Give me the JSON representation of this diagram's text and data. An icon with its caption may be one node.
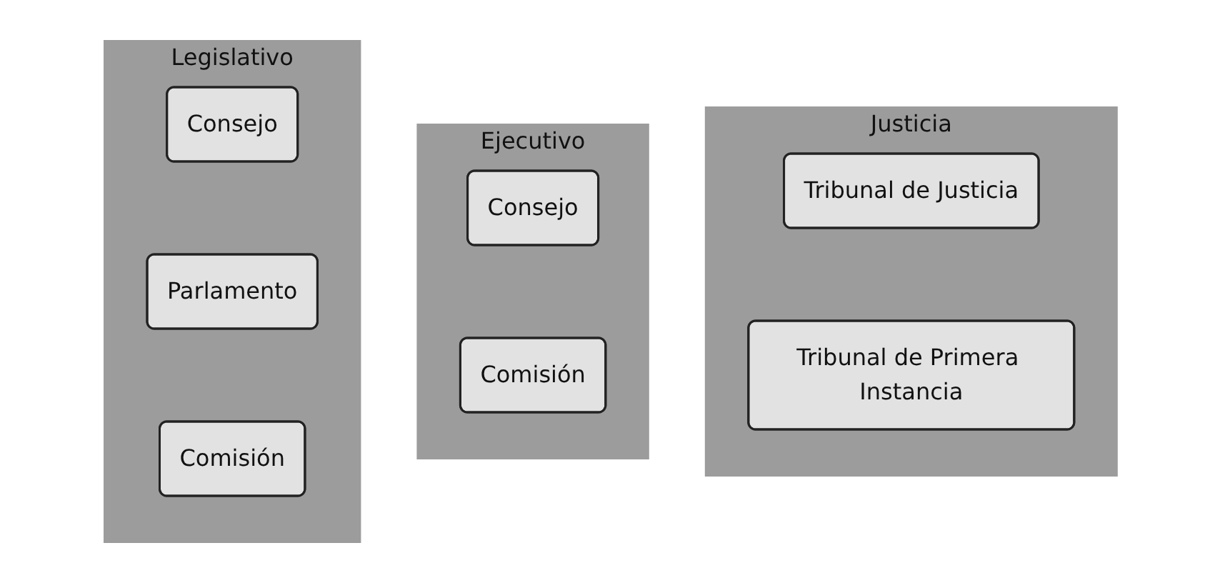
{
  "diagram": {
    "nodes": [
      {
        "text": [
          "Legislativo"
        ]
      },
      {
        "text": [
          "Consejo"
        ],
        "in": 0
      },
      {
        "text": [
          "Parlamento"
        ],
        "in": 0
      },
      {
        "text": [
          "Comisión"
        ],
        "in": 0
      },
      {
        "text": [
          "Ejecutivo"
        ]
      },
      {
        "text": [
          "Consejo"
        ],
        "in": 4
      },
      {
        "text": [
          "Comisión"
        ],
        "in": 4
      },
      {
        "text": [
          "Justicia"
        ]
      },
      {
        "text": [
          "Tribunal de Justicia"
        ],
        "in": 7
      },
      {
        "text": [
          "Tribunal de Primera Instancia"
        ],
        "in": 7
      }
    ]
  }
}
